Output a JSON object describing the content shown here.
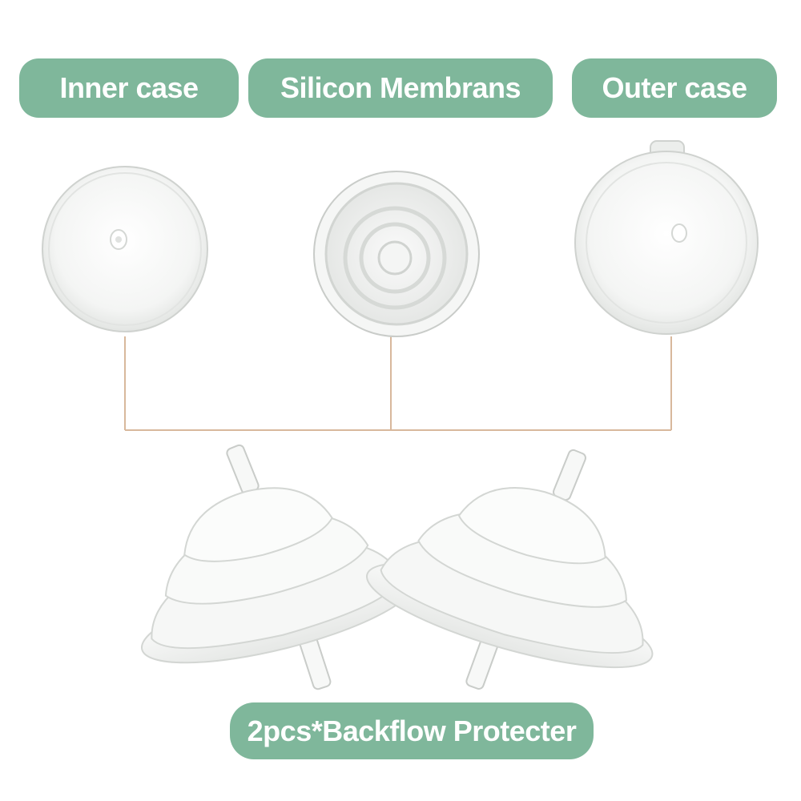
{
  "labels": {
    "inner_case": "Inner case",
    "silicon_membrans": "Silicon Membrans",
    "outer_case": "Outer case",
    "bottom": "2pcs*Backflow Protecter"
  },
  "colors": {
    "accent": "#7fb79b",
    "connector_line": "#d8b89c",
    "part_fill": "#f1f2f1",
    "part_shadow": "#cfd2cf"
  }
}
